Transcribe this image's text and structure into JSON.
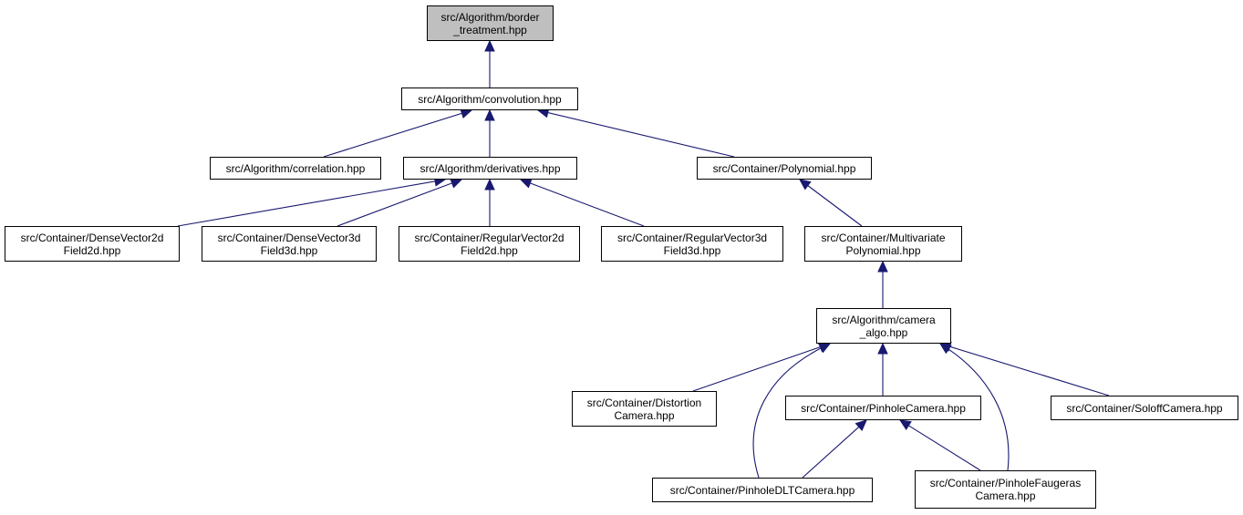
{
  "colors": {
    "edge": "#191970",
    "node_border": "#000000",
    "node_fill": "#ffffff",
    "root_fill": "#bfbfbf"
  },
  "nodes": [
    {
      "id": "border_treatment",
      "lines": [
        "src/Algorithm/border",
        "_treatment.hpp"
      ],
      "root": true
    },
    {
      "id": "convolution",
      "lines": [
        "src/Algorithm/convolution.hpp"
      ]
    },
    {
      "id": "correlation",
      "lines": [
        "src/Algorithm/correlation.hpp"
      ]
    },
    {
      "id": "derivatives",
      "lines": [
        "src/Algorithm/derivatives.hpp"
      ]
    },
    {
      "id": "polynomial",
      "lines": [
        "src/Container/Polynomial.hpp"
      ]
    },
    {
      "id": "dense2d",
      "lines": [
        "src/Container/DenseVector2d",
        "Field2d.hpp"
      ]
    },
    {
      "id": "dense3d",
      "lines": [
        "src/Container/DenseVector3d",
        "Field3d.hpp"
      ]
    },
    {
      "id": "regular2d",
      "lines": [
        "src/Container/RegularVector2d",
        "Field2d.hpp"
      ]
    },
    {
      "id": "regular3d",
      "lines": [
        "src/Container/RegularVector3d",
        "Field3d.hpp"
      ]
    },
    {
      "id": "multivariate",
      "lines": [
        "src/Container/Multivariate",
        "Polynomial.hpp"
      ]
    },
    {
      "id": "camera_algo",
      "lines": [
        "src/Algorithm/camera",
        "_algo.hpp"
      ]
    },
    {
      "id": "distortion",
      "lines": [
        "src/Container/Distortion",
        "Camera.hpp"
      ]
    },
    {
      "id": "pinhole",
      "lines": [
        "src/Container/PinholeCamera.hpp"
      ]
    },
    {
      "id": "soloff",
      "lines": [
        "src/Container/SoloffCamera.hpp"
      ]
    },
    {
      "id": "pinhole_dlt",
      "lines": [
        "src/Container/PinholeDLTCamera.hpp"
      ]
    },
    {
      "id": "pinhole_faugeras",
      "lines": [
        "src/Container/PinholeFaugeras",
        "Camera.hpp"
      ]
    }
  ],
  "edges": [
    {
      "from": "convolution",
      "to": "border_treatment"
    },
    {
      "from": "correlation",
      "to": "convolution"
    },
    {
      "from": "derivatives",
      "to": "convolution"
    },
    {
      "from": "polynomial",
      "to": "convolution"
    },
    {
      "from": "dense2d",
      "to": "derivatives"
    },
    {
      "from": "dense3d",
      "to": "derivatives"
    },
    {
      "from": "regular2d",
      "to": "derivatives"
    },
    {
      "from": "regular3d",
      "to": "derivatives"
    },
    {
      "from": "multivariate",
      "to": "polynomial"
    },
    {
      "from": "camera_algo",
      "to": "multivariate"
    },
    {
      "from": "distortion",
      "to": "camera_algo"
    },
    {
      "from": "pinhole",
      "to": "camera_algo"
    },
    {
      "from": "soloff",
      "to": "camera_algo"
    },
    {
      "from": "pinhole_dlt",
      "to": "camera_algo"
    },
    {
      "from": "pinhole_faugeras",
      "to": "camera_algo"
    },
    {
      "from": "pinhole_dlt",
      "to": "pinhole"
    },
    {
      "from": "pinhole_faugeras",
      "to": "pinhole"
    }
  ]
}
